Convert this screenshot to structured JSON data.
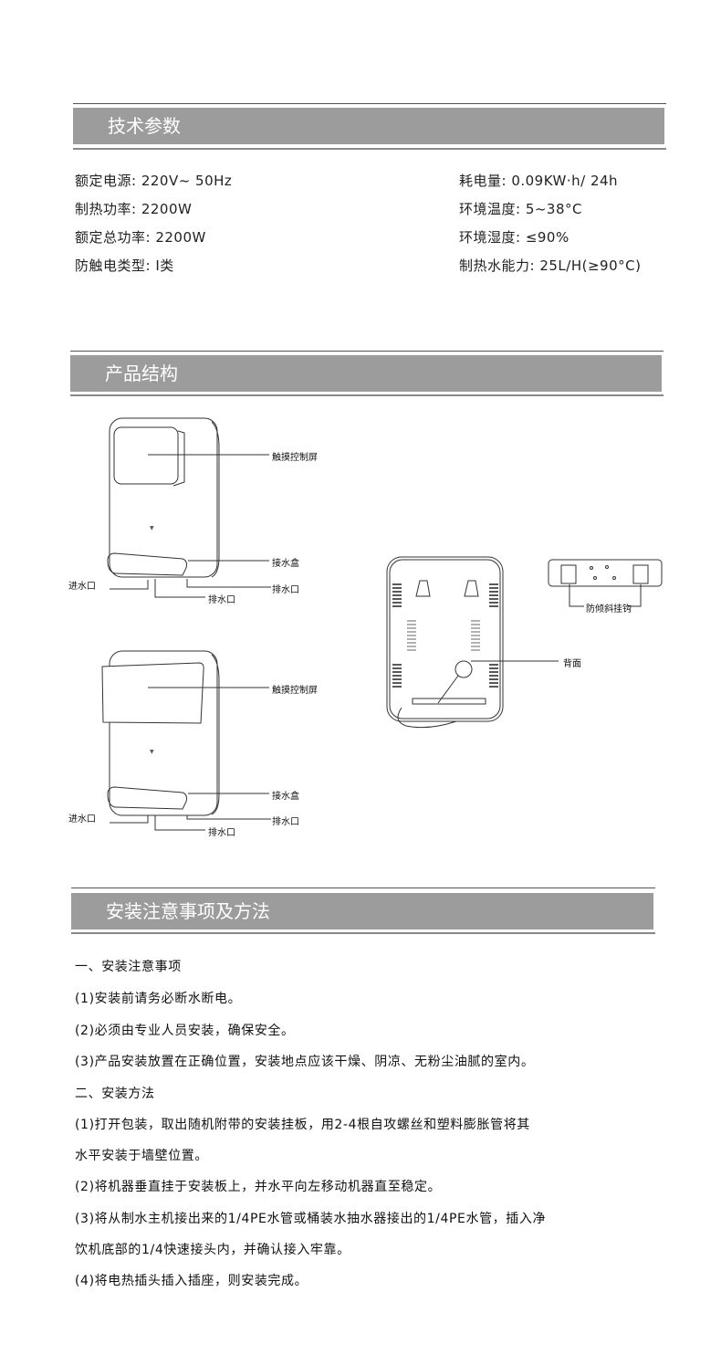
{
  "sections": {
    "specs": {
      "title": "技术参数",
      "left": [
        "额定电源: 220V~ 50Hz",
        "制热功率: 2200W",
        "额定总功率: 2200W",
        "防触电类型: I类"
      ],
      "right": [
        "耗电量: 0.09KW·h/ 24h",
        "环境温度: 5~38°C",
        "环境湿度: ≤90%",
        "制热水能力: 25L/H(≥90°C)"
      ]
    },
    "structure": {
      "title": "产品结构",
      "unit1": {
        "screen": "触摸控制屏",
        "tray": "接水盒",
        "drain_right": "排水口",
        "inlet": "进水口",
        "drain_bottom": "排水口"
      },
      "unit2": {
        "screen": "触摸控制屏",
        "tray": "接水盒",
        "drain_right": "排水口",
        "inlet": "进水口",
        "drain_bottom": "排水口"
      },
      "back": "背面",
      "hook": "防倾斜挂钩"
    },
    "install": {
      "title": "安装注意事项及方法",
      "lines": [
        "一、安装注意事项",
        "(1)安装前请务必断水断电。",
        "(2)必须由专业人员安装，确保安全。",
        "(3)产品安装放置在正确位置，安装地点应该干燥、阴凉、无粉尘油腻的室内。",
        "二、安装方法",
        "(1)打开包装，取出随机附带的安装挂板，用2-4根自攻螺丝和塑料膨胀管将其",
        "水平安装于墙壁位置。",
        "(2)将机器垂直挂于安装板上，并水平向左移动机器直至稳定。",
        "(3)将从制水主机接出来的1/4PE水管或桶装水抽水器接出的1/4PE水管，插入净",
        "饮机底部的1/4快速接头内，并确认接入牢靠。",
        "(4)将电热插头插入插座，则安装完成。"
      ]
    }
  }
}
